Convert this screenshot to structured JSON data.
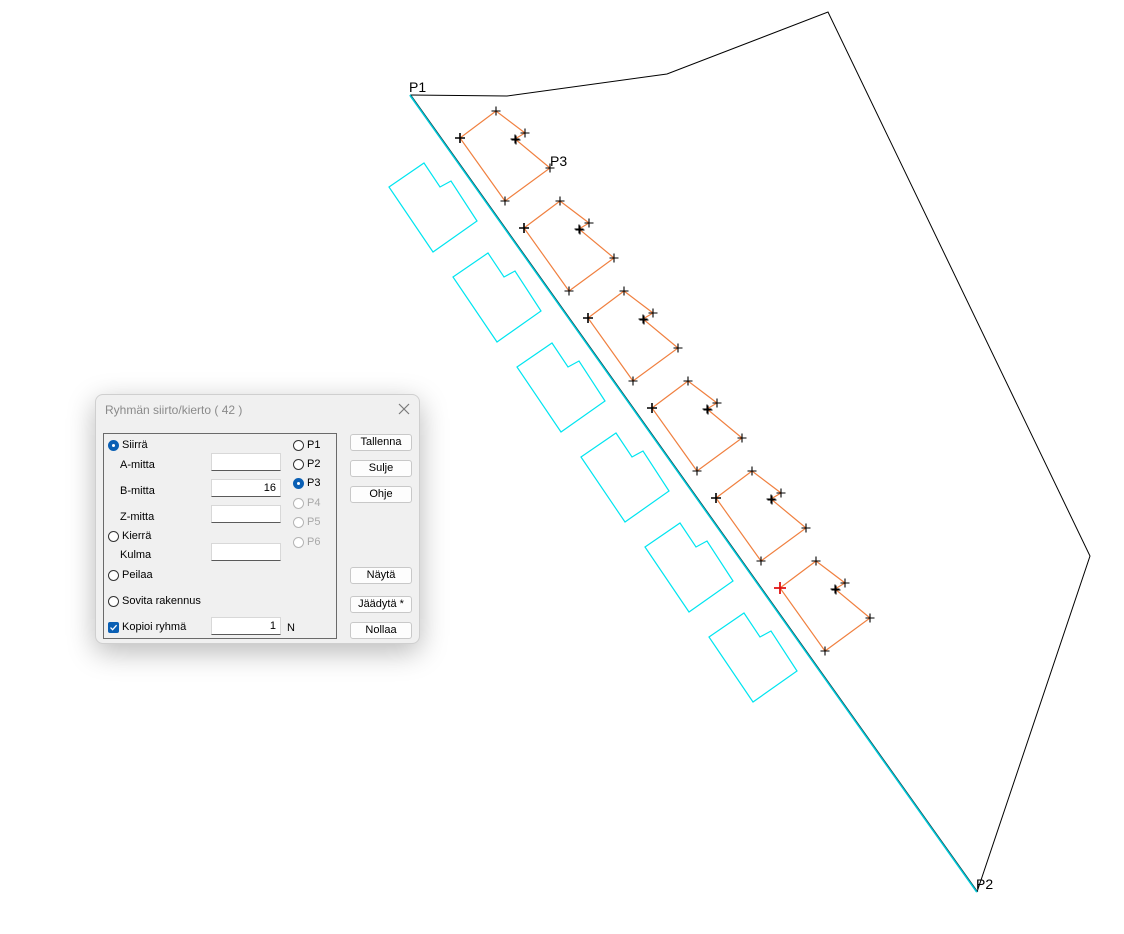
{
  "canvas": {
    "points": {
      "p1": "P1",
      "p2": "P2",
      "p3": "P3"
    },
    "colors": {
      "boundary": "#000000",
      "road": "#00c8d8",
      "building_copy": "#00e5f0",
      "building_selected": "#f08040",
      "marker": "#000000",
      "marker_active": "#e01010"
    }
  },
  "dialog": {
    "title": "Ryhmän siirto/kierto  ( 42 )",
    "close_icon": "close-icon",
    "options": {
      "siirra": "Siirrä",
      "kierra": "Kierrä",
      "peilaa": "Peilaa",
      "sovita": "Sovita rakennus",
      "kopioi": "Kopioi ryhmä"
    },
    "fields": {
      "a_mitta": {
        "label": "A-mitta",
        "value": ""
      },
      "b_mitta": {
        "label": "B-mitta",
        "value": "16"
      },
      "z_mitta": {
        "label": "Z-mitta",
        "value": ""
      },
      "kulma": {
        "label": "Kulma",
        "value": ""
      },
      "kopioi_count": {
        "value": "1"
      }
    },
    "n_label": "N",
    "points": [
      "P1",
      "P2",
      "P3",
      "P4",
      "P5",
      "P6"
    ],
    "selected_point": "P3",
    "buttons": {
      "tallenna": "Tallenna",
      "sulje": "Sulje",
      "ohje": "Ohje",
      "nayta": "Näytä",
      "jaadyta": "Jäädytä *",
      "nollaa": "Nollaa"
    }
  }
}
